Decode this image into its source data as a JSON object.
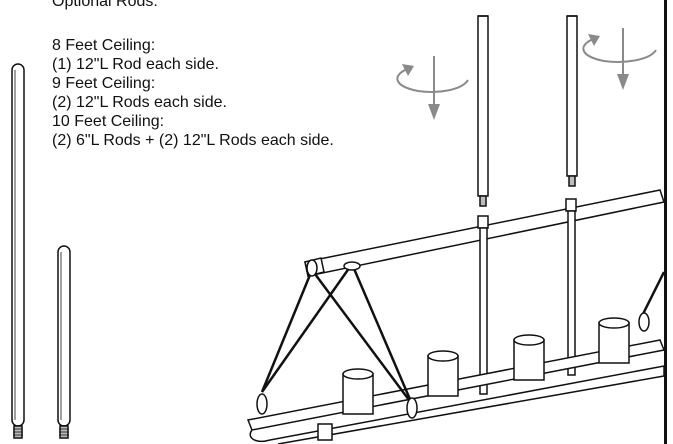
{
  "title": "Optional Rods:",
  "rules": [
    "8 Feet Ceiling:",
    "(1) 12\"L Rod each side.",
    "9 Feet Ceiling:",
    "(2) 12\"L Rods each side.",
    "10 Feet Ceiling:",
    "(2) 6\"L Rods + (2) 12\"L Rods each side."
  ],
  "icons": [
    "rotate-arrow-icon",
    "rotate-arrow-icon",
    "rod-12in-icon",
    "rod-6in-icon",
    "chandelier-frame-illustration"
  ],
  "colors": {
    "line": "#111111",
    "arrow": "#8a8a8a",
    "background": "#ffffff"
  }
}
